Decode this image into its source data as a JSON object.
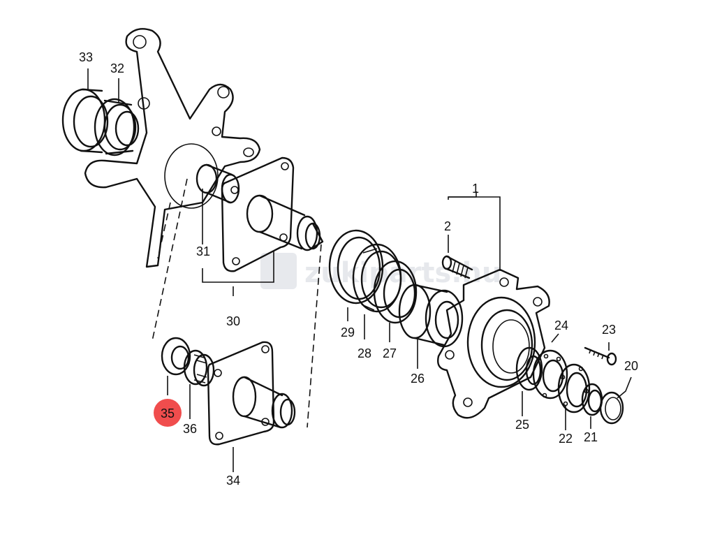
{
  "diagram": {
    "watermark": "zukiparts.hu",
    "highlight_color": "#f04d4d",
    "highlighted_callout": "35",
    "callouts": [
      "1",
      "2",
      "20",
      "21",
      "22",
      "23",
      "24",
      "25",
      "26",
      "27",
      "28",
      "29",
      "30",
      "31",
      "32",
      "33",
      "34",
      "35",
      "36"
    ]
  }
}
